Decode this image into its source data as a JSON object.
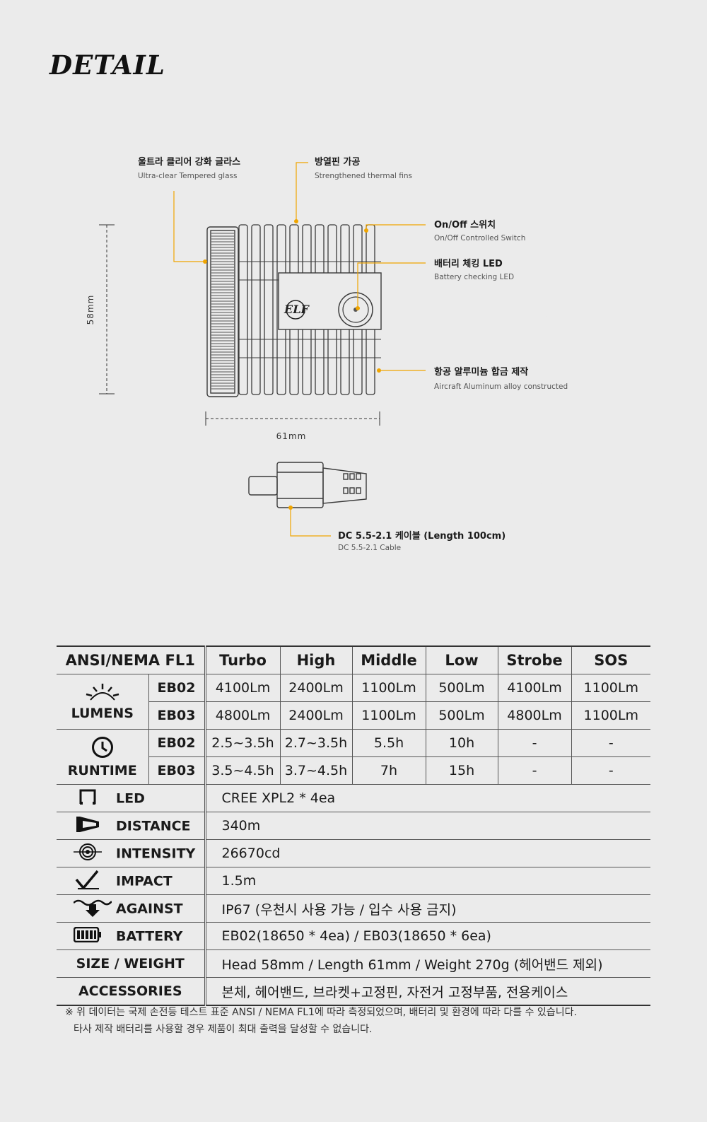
{
  "title": "DETAIL",
  "diagram": {
    "callouts": [
      {
        "ko": "울트라 클리어 강화 글라스",
        "en": "Ultra-clear Tempered glass"
      },
      {
        "ko": "방열핀 가공",
        "en": "Strengthened thermal fins"
      },
      {
        "ko": "On/Off 스위치",
        "en": "On/Off Controlled Switch"
      },
      {
        "ko": "배터리 체킹 LED",
        "en": "Battery checking LED"
      },
      {
        "ko": "항공 알루미늄 합금 제작",
        "en": "Aircraft Aluminum alloy constructed"
      },
      {
        "ko": "DC 5.5-2.1 케이블 (Length 100cm)",
        "en": "DC 5.5-2.1 Cable"
      }
    ],
    "dim_height": "58mm",
    "dim_width": "61mm",
    "logo": "ELF",
    "accent_color": "#f0a500"
  },
  "table": {
    "header": [
      "ANSI/NEMA FL1",
      "Turbo",
      "High",
      "Middle",
      "Low",
      "Strobe",
      "SOS"
    ],
    "lumens_label": "LUMENS",
    "runtime_label": "RUNTIME",
    "lumens": [
      {
        "model": "EB02",
        "values": [
          "4100Lm",
          "2400Lm",
          "1100Lm",
          "500Lm",
          "4100Lm",
          "1100Lm"
        ]
      },
      {
        "model": "EB03",
        "values": [
          "4800Lm",
          "2400Lm",
          "1100Lm",
          "500Lm",
          "4800Lm",
          "1100Lm"
        ]
      }
    ],
    "runtime": [
      {
        "model": "EB02",
        "values": [
          "2.5~3.5h",
          "2.7~3.5h",
          "5.5h",
          "10h",
          "-",
          "-"
        ]
      },
      {
        "model": "EB03",
        "values": [
          "3.5~4.5h",
          "3.7~4.5h",
          "7h",
          "15h",
          "-",
          "-"
        ]
      }
    ],
    "specs": [
      {
        "label": "LED",
        "icon": "led-chip-icon",
        "value": "CREE XPL2 * 4ea"
      },
      {
        "label": "DISTANCE",
        "icon": "beam-distance-icon",
        "value": "340m"
      },
      {
        "label": "INTENSITY",
        "icon": "target-intensity-icon",
        "value": "26670cd"
      },
      {
        "label": "IMPACT",
        "icon": "impact-drop-icon",
        "value": "1.5m"
      },
      {
        "label": "AGAINST",
        "icon": "water-resist-icon",
        "value": "IP67 (우천시 사용 가능 / 입수 사용 금지)"
      },
      {
        "label": "BATTERY",
        "icon": "battery-icon",
        "value": "EB02(18650 * 4ea) / EB03(18650 * 6ea)"
      }
    ],
    "size_label": "SIZE / WEIGHT",
    "size_value": "Head 58mm / Length 61mm / Weight 270g (헤어밴드 제외)",
    "acc_label": "ACCESSORIES",
    "acc_value": "본체, 헤어밴드, 브라켓+고정핀, 자전거 고정부품, 전용케이스"
  },
  "note": {
    "line1": "※  위 데이터는 국제 손전등 테스트 표준 ANSI / NEMA FL1에 따라 측정되었으며, 배터리 및 환경에 따라 다를 수 있습니다.",
    "line2": "타사 제작 배터리를 사용할 경우 제품이 최대 출력을 달성할 수 없습니다."
  }
}
